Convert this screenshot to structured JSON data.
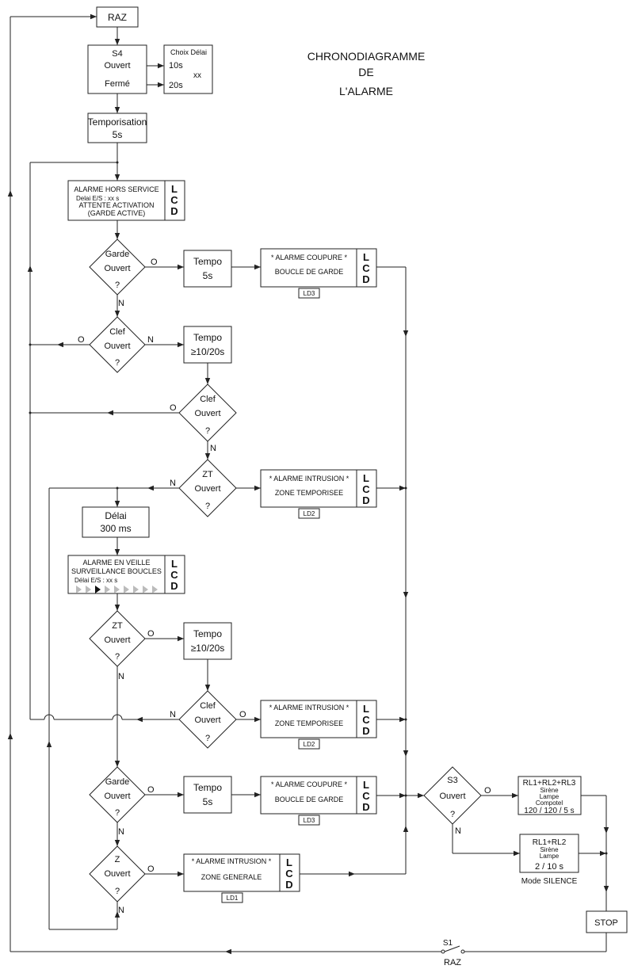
{
  "title": {
    "line1": "CHRONODIAGRAMME",
    "line2": "DE",
    "line3": "L'ALARME"
  },
  "raz": "RAZ",
  "s4": {
    "name": "S4",
    "open": "Ouvert",
    "closed": "Fermé"
  },
  "choix": {
    "title": "Choix Délai",
    "opt1": "10s",
    "opt2": "20s",
    "xx": "xx"
  },
  "tempo_init": {
    "l1": "Temporisation",
    "l2": "5s"
  },
  "lcd": "LCD",
  "lcd_hors_service": {
    "l1": "ALARME HORS SERVICE",
    "l2": "Delai E/S : xx s",
    "l3": "ATTENTE ACTIVATION",
    "l4": "(GARDE ACTIVE)"
  },
  "lcd_veille": {
    "l1": "ALARME EN VEILLE",
    "l2": "SURVEILLANCE BOUCLES",
    "l3": "Délai E/S : xx s"
  },
  "decision": {
    "garde": "Garde",
    "clef": "Clef",
    "zt": "ZT",
    "z": "Z",
    "ouvert": "Ouvert",
    "q": "?",
    "o": "O",
    "n": "N"
  },
  "tempo": {
    "label": "Tempo",
    "t5": "5s",
    "t1020": "≥10/20s"
  },
  "delai": {
    "l1": "Délai",
    "l2": "300 ms"
  },
  "alarm_coupure": {
    "l1": "* ALARME COUPURE  *",
    "l2": "BOUCLE DE GARDE"
  },
  "alarm_intrusion_zt": {
    "l1": "* ALARME INTRUSION  *",
    "l2": "ZONE TEMPORISEE"
  },
  "alarm_intrusion_z": {
    "l1": "* ALARME INTRUSION  *",
    "l2": "ZONE GENERALE"
  },
  "leds": {
    "ld1": "LD1",
    "ld2": "LD2",
    "ld3": "LD3"
  },
  "s3": {
    "name": "S3",
    "open": "Ouvert",
    "q": "?",
    "o": "O",
    "n": "N"
  },
  "relay_full": {
    "l1": "RL1+RL2+RL3",
    "l2": "Sirène",
    "l3": "Lampe",
    "l4": "Compotel",
    "l5": "120 / 120 / 5 s"
  },
  "relay_silence": {
    "l1": "RL1+RL2",
    "l2": "Sirène",
    "l3": "Lampe",
    "l4": "2 / 10 s",
    "mode": "Mode SILENCE"
  },
  "stop": "STOP",
  "s1": {
    "name": "S1",
    "raz": "RAZ"
  }
}
